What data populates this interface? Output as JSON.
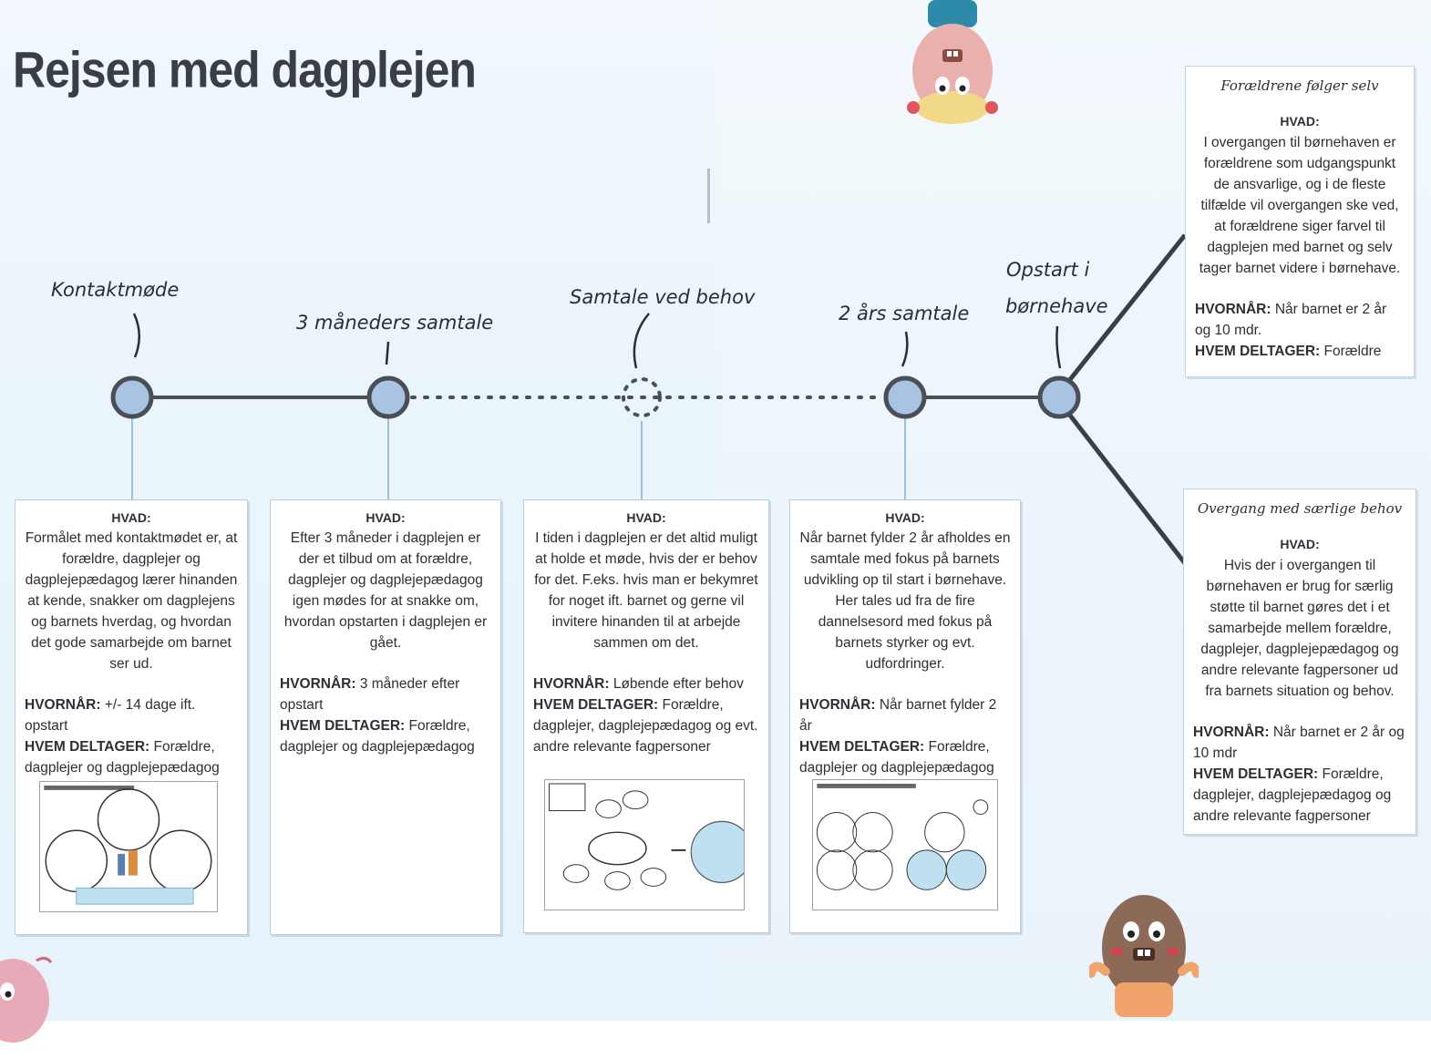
{
  "title": "Rejsen med dagplejen",
  "milestones": [
    {
      "label": "Kontaktmøde"
    },
    {
      "label": "3 måneders samtale"
    },
    {
      "label": "Samtale ved behov"
    },
    {
      "label": "2 års samtale"
    },
    {
      "label_line1": "Opstart i",
      "label_line2": "børnehave"
    }
  ],
  "boxes": [
    {
      "hvad": "HVAD:",
      "text": "Formålet med kontaktmødet er, at forældre, dagplejer og dagplejepædagog lærer hinanden at kende, snakker om dagplejens og barnets hverdag, og hvordan det gode samarbejde om barnet ser ud.",
      "when_label": "HVORNÅR:",
      "when": "+/- 14 dage ift. opstart",
      "who_label": "HVEM DELTAGER:",
      "who": "Forældre, dagplejer og dagplejepædagog"
    },
    {
      "hvad": "HVAD:",
      "text": "Efter 3 måneder i dagplejen er der et tilbud om at forældre, dagplejer og dagplejepædagog igen mødes for at snakke om, hvordan opstarten i dagplejen er gået.",
      "when_label": "HVORNÅR:",
      "when": "3 måneder efter opstart",
      "who_label": "HVEM DELTAGER:",
      "who": "Forældre, dagplejer og dagplejepædagog"
    },
    {
      "hvad": "HVAD:",
      "text": "I tiden i dagplejen er det altid muligt at holde et møde, hvis der er behov for det. F.eks. hvis man er bekymret for noget ift. barnet og gerne vil invitere hinanden til at arbejde sammen om det.",
      "when_label": "HVORNÅR:",
      "when": "Løbende efter behov",
      "who_label": "HVEM DELTAGER:",
      "who": "Forældre, dagplejer, dagplejepædagog og evt. andre relevante fagpersoner"
    },
    {
      "hvad": "HVAD:",
      "text": "Når barnet fylder 2 år afholdes en samtale med fokus på barnets udvikling op til start i børnehave. Her tales ud fra de fire dannelsesord med fokus på barnets styrker og evt. udfordringer.",
      "when_label": "HVORNÅR:",
      "when": "Når barnet fylder 2 år",
      "who_label": "HVEM DELTAGER:",
      "who": "Forældre, dagplejer og dagplejepædagog"
    }
  ],
  "side_boxes": [
    {
      "heading": "Forældrene følger selv",
      "hvad": "HVAD:",
      "text": "I overgangen til børnehaven er forældrene som udgangspunkt de ansvarlige, og i de fleste tilfælde vil overgangen ske ved, at forældrene siger farvel til dagplejen med barnet og selv tager barnet videre i børnehave.",
      "when_label": "HVORNÅR:",
      "when": "Når barnet er 2 år og 10 mdr.",
      "who_label": "HVEM DELTAGER:",
      "who": "Forældre"
    },
    {
      "heading": "Overgang med særlige behov",
      "hvad": "HVAD:",
      "text": "Hvis der i overgangen til børnehaven er brug for særlig støtte til barnet gøres det i et samarbejde mellem forældre, dagplejer, dagplejepædagog og andre relevante fagpersoner ud fra barnets situation og behov.",
      "when_label": "HVORNÅR:",
      "when": "Når barnet er 2 år og 10 mdr",
      "who_label": "HVEM DELTAGER:",
      "who": "Forældre, dagplejer, dagplejepædagog og andre relevante fagpersoner"
    }
  ],
  "colors": {
    "node_fill": "#a9c3e3",
    "node_stroke": "#4a4f57",
    "line": "#4a4f57",
    "box_border": "#b8cfe0"
  }
}
